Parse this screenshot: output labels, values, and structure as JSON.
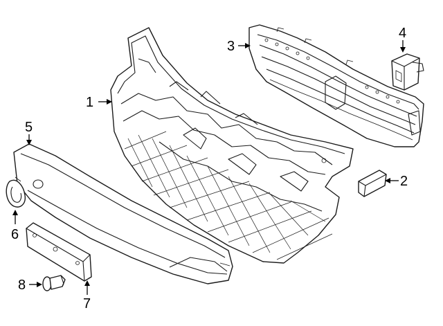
{
  "diagram": {
    "callouts": [
      {
        "id": "1",
        "label": "1"
      },
      {
        "id": "2",
        "label": "2"
      },
      {
        "id": "3",
        "label": "3"
      },
      {
        "id": "4",
        "label": "4"
      },
      {
        "id": "5",
        "label": "5"
      },
      {
        "id": "6",
        "label": "6"
      },
      {
        "id": "7",
        "label": "7"
      },
      {
        "id": "8",
        "label": "8"
      }
    ],
    "colors": {
      "line": "#1a1a1a",
      "background": "#ffffff"
    }
  }
}
